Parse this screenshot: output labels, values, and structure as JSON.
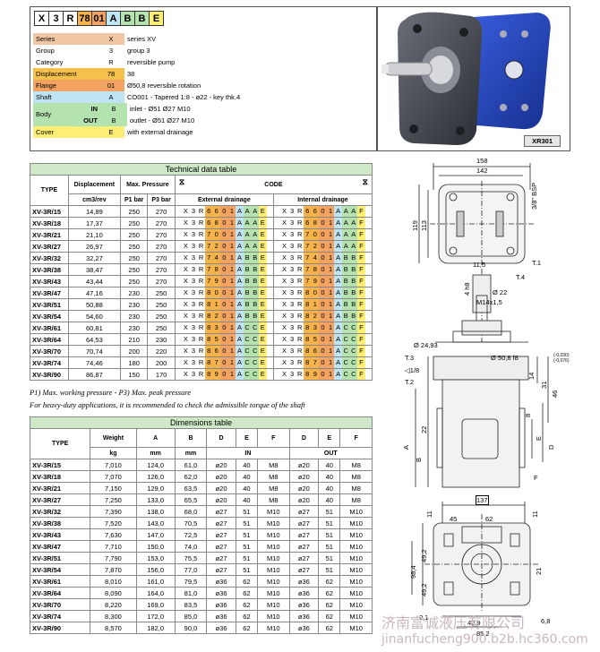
{
  "code_boxes": [
    {
      "char": "X",
      "bg": "#ffffff"
    },
    {
      "char": "3",
      "bg": "#ffffff"
    },
    {
      "char": "R",
      "bg": "#ffffff"
    },
    {
      "char": "78",
      "bg": "#f6b24b"
    },
    {
      "char": "01",
      "bg": "#f4a261"
    },
    {
      "char": "A",
      "bg": "#bfe4f3"
    },
    {
      "char": "B",
      "bg": "#b5e3b0"
    },
    {
      "char": "B",
      "bg": "#b5e3b0"
    },
    {
      "char": "E",
      "bg": "#ffee75"
    }
  ],
  "config": [
    {
      "label": "Series",
      "value": "X",
      "desc": "series XV",
      "bg": "#f1c6a3"
    },
    {
      "label": "Group",
      "value": "3",
      "desc": "group 3",
      "bg": "#ffffff"
    },
    {
      "label": "Category",
      "value": "R",
      "desc": "reversible pump",
      "bg": "#ffffff"
    },
    {
      "label": "Displacement",
      "value": "78",
      "desc": "38",
      "bg": "#f6c14b"
    },
    {
      "label": "Flange",
      "value": "01",
      "desc": "Ø50,8 reversible rotation",
      "bg": "#f4a261"
    },
    {
      "label": "Shaft",
      "value": "A",
      "desc": "CO001 - Tapered 1:8 - ø22 - key thk.4",
      "bg": "#bfe4f3"
    }
  ],
  "config_body": {
    "label": "Body",
    "in_label": "IN",
    "out_label": "OUT",
    "in_value": "B",
    "out_value": "B",
    "in_desc": "inlet - Ø51 Ø27 M10",
    "out_desc": "outlet - Ø51 Ø27 M10",
    "bg": "#b5e3b0"
  },
  "config_cover": {
    "label": "Cover",
    "value": "E",
    "desc": "with external drainage",
    "bg": "#ffee75"
  },
  "photo_label": "XR301",
  "tech": {
    "title": "Technical data table",
    "h_type": "TYPE",
    "h_disp": "Displacement",
    "h_press": "Max. Pressure",
    "h_code": "CODE",
    "h_cm": "cm3/rev",
    "h_p1": "P1 bar",
    "h_p3": "P3 bar",
    "h_ext": "External drainage",
    "h_int": "Internal drainage",
    "rows": [
      {
        "type": "XV-3R/15",
        "disp": "14,89",
        "p1": "250",
        "p3": "270",
        "dd": "66",
        "bb": "AA",
        "last": "E",
        "ilast": "F"
      },
      {
        "type": "XV-3R/18",
        "disp": "17,37",
        "p1": "250",
        "p3": "270",
        "dd": "68",
        "bb": "AA",
        "last": "E",
        "ilast": "F"
      },
      {
        "type": "XV-3R/21",
        "disp": "21,10",
        "p1": "250",
        "p3": "270",
        "dd": "70",
        "bb": "AA",
        "last": "E",
        "ilast": "F"
      },
      {
        "type": "XV-3R/27",
        "disp": "26,97",
        "p1": "250",
        "p3": "270",
        "dd": "72",
        "bb": "AA",
        "last": "E",
        "ilast": "F"
      },
      {
        "type": "XV-3R/32",
        "disp": "32,27",
        "p1": "250",
        "p3": "270",
        "dd": "74",
        "bb": "BB",
        "last": "E",
        "ilast": "F"
      },
      {
        "type": "XV-3R/38",
        "disp": "38,47",
        "p1": "250",
        "p3": "270",
        "dd": "78",
        "bb": "BB",
        "last": "E",
        "ilast": "F"
      },
      {
        "type": "XV-3R/43",
        "disp": "43,44",
        "p1": "250",
        "p3": "270",
        "dd": "79",
        "bb": "BB",
        "last": "E",
        "ilast": "F"
      },
      {
        "type": "XV-3R/47",
        "disp": "47,16",
        "p1": "230",
        "p3": "250",
        "dd": "80",
        "bb": "BB",
        "last": "E",
        "ilast": "F"
      },
      {
        "type": "XV-3R/51",
        "disp": "50,88",
        "p1": "230",
        "p3": "250",
        "dd": "81",
        "bb": "BB",
        "last": "E",
        "ilast": "F"
      },
      {
        "type": "XV-3R/54",
        "disp": "54,60",
        "p1": "230",
        "p3": "250",
        "dd": "82",
        "bb": "BB",
        "last": "E",
        "ilast": "F"
      },
      {
        "type": "XV-3R/61",
        "disp": "60,81",
        "p1": "230",
        "p3": "250",
        "dd": "83",
        "bb": "CC",
        "last": "E",
        "ilast": "F"
      },
      {
        "type": "XV-3R/64",
        "disp": "64,53",
        "p1": "210",
        "p3": "230",
        "dd": "85",
        "bb": "CC",
        "last": "E",
        "ilast": "F"
      },
      {
        "type": "XV-3R/70",
        "disp": "70,74",
        "p1": "200",
        "p3": "220",
        "dd": "86",
        "bb": "CC",
        "last": "E",
        "ilast": "F"
      },
      {
        "type": "XV-3R/74",
        "disp": "74,46",
        "p1": "180",
        "p3": "200",
        "dd": "87",
        "bb": "CC",
        "last": "E",
        "ilast": "F"
      },
      {
        "type": "XV-3R/90",
        "disp": "86,87",
        "p1": "150",
        "p3": "170",
        "dd": "89",
        "bb": "CC",
        "last": "E",
        "ilast": "F"
      }
    ]
  },
  "notes": [
    "P1) Max. working pressure - P3) Max. peak pressure",
    "For heavy-duty applications, it is recommended to check the admissible torque of the shaft"
  ],
  "dims": {
    "title": "Dimensions table",
    "h_type": "TYPE",
    "h_weight": "Weight",
    "h_a": "A",
    "h_b": "B",
    "h_d": "D",
    "h_e": "E",
    "h_f": "F",
    "h_kg": "kg",
    "h_mm1": "mm",
    "h_mm2": "mm",
    "h_in": "IN",
    "h_out": "OUT",
    "rows": [
      {
        "type": "XV-3R/15",
        "w": "7,010",
        "a": "124,0",
        "b": "61,0",
        "d": "ø20",
        "e": "40",
        "f": "M8",
        "od": "ø20",
        "oe": "40",
        "of": "M8"
      },
      {
        "type": "XV-3R/18",
        "w": "7,070",
        "a": "126,0",
        "b": "62,0",
        "d": "ø20",
        "e": "40",
        "f": "M8",
        "od": "ø20",
        "oe": "40",
        "of": "M8"
      },
      {
        "type": "XV-3R/21",
        "w": "7,150",
        "a": "129,0",
        "b": "63,5",
        "d": "ø20",
        "e": "40",
        "f": "M8",
        "od": "ø20",
        "oe": "40",
        "of": "M8"
      },
      {
        "type": "XV-3R/27",
        "w": "7,250",
        "a": "133,0",
        "b": "65,5",
        "d": "ø20",
        "e": "40",
        "f": "M8",
        "od": "ø20",
        "oe": "40",
        "of": "M8"
      },
      {
        "type": "XV-3R/32",
        "w": "7,390",
        "a": "138,0",
        "b": "68,0",
        "d": "ø27",
        "e": "51",
        "f": "M10",
        "od": "ø27",
        "oe": "51",
        "of": "M10"
      },
      {
        "type": "XV-3R/38",
        "w": "7,520",
        "a": "143,0",
        "b": "70,5",
        "d": "ø27",
        "e": "51",
        "f": "M10",
        "od": "ø27",
        "oe": "51",
        "of": "M10"
      },
      {
        "type": "XV-3R/43",
        "w": "7,630",
        "a": "147,0",
        "b": "72,5",
        "d": "ø27",
        "e": "51",
        "f": "M10",
        "od": "ø27",
        "oe": "51",
        "of": "M10"
      },
      {
        "type": "XV-3R/47",
        "w": "7,710",
        "a": "150,0",
        "b": "74,0",
        "d": "ø27",
        "e": "51",
        "f": "M10",
        "od": "ø27",
        "oe": "51",
        "of": "M10"
      },
      {
        "type": "XV-3R/51",
        "w": "7,790",
        "a": "153,0",
        "b": "75,5",
        "d": "ø27",
        "e": "51",
        "f": "M10",
        "od": "ø27",
        "oe": "51",
        "of": "M10"
      },
      {
        "type": "XV-3R/54",
        "w": "7,870",
        "a": "156,0",
        "b": "77,0",
        "d": "ø27",
        "e": "51",
        "f": "M10",
        "od": "ø27",
        "oe": "51",
        "of": "M10"
      },
      {
        "type": "XV-3R/61",
        "w": "8,010",
        "a": "161,0",
        "b": "79,5",
        "d": "ø36",
        "e": "62",
        "f": "M10",
        "od": "ø36",
        "oe": "62",
        "of": "M10"
      },
      {
        "type": "XV-3R/64",
        "w": "8,090",
        "a": "164,0",
        "b": "81,0",
        "d": "ø36",
        "e": "62",
        "f": "M10",
        "od": "ø36",
        "oe": "62",
        "of": "M10"
      },
      {
        "type": "XV-3R/70",
        "w": "8,220",
        "a": "169,0",
        "b": "83,5",
        "d": "ø36",
        "e": "62",
        "f": "M10",
        "od": "ø36",
        "oe": "62",
        "of": "M10"
      },
      {
        "type": "XV-3R/74",
        "w": "8,300",
        "a": "172,0",
        "b": "85,0",
        "d": "ø36",
        "e": "62",
        "f": "M10",
        "od": "ø36",
        "oe": "62",
        "of": "M10"
      },
      {
        "type": "XV-3R/90",
        "w": "8,570",
        "a": "182,0",
        "b": "90,0",
        "d": "ø36",
        "e": "62",
        "f": "M10",
        "od": "ø36",
        "oe": "62",
        "of": "M10"
      }
    ]
  },
  "drawing": {
    "d158": "158",
    "d142": "142",
    "d119": "119",
    "d113": "113",
    "bsp": "3/8\" BSP",
    "d11_5": "11,5",
    "t1": "T.1",
    "t4": "T.4",
    "d4h8": "4 h8",
    "d22": "Ø 22",
    "m14": "M14x1,5",
    "d24_93": "Ø 24,93",
    "t3": "T.3",
    "taper": "◁1/8",
    "t2": "T.2",
    "d50_8": "Ø  50,8 f8",
    "tol_up": "(-0,030)",
    "tol_dn": "(-0,076)",
    "d14": "14",
    "d31": "31",
    "d46": "46",
    "lA": "A",
    "lB": "B",
    "lD": "D",
    "lE": "E",
    "lF": "F",
    "d22b": "22",
    "d8": "8",
    "d137": "137",
    "d45": "45",
    "d62": "62",
    "d11a": "11",
    "d11b": "11",
    "d98_4": "98,4",
    "d49_2a": "49,2",
    "d49_2b": "49,2",
    "d21": "21",
    "d42_9": "42,9",
    "d85_2": "85,2",
    "d2_1": "2,1",
    "d6_8": "6,8"
  },
  "watermark": {
    "cn": "济南富诚液压有限公司",
    "url": "jinanfucheng900.b2b.hc360.com"
  }
}
